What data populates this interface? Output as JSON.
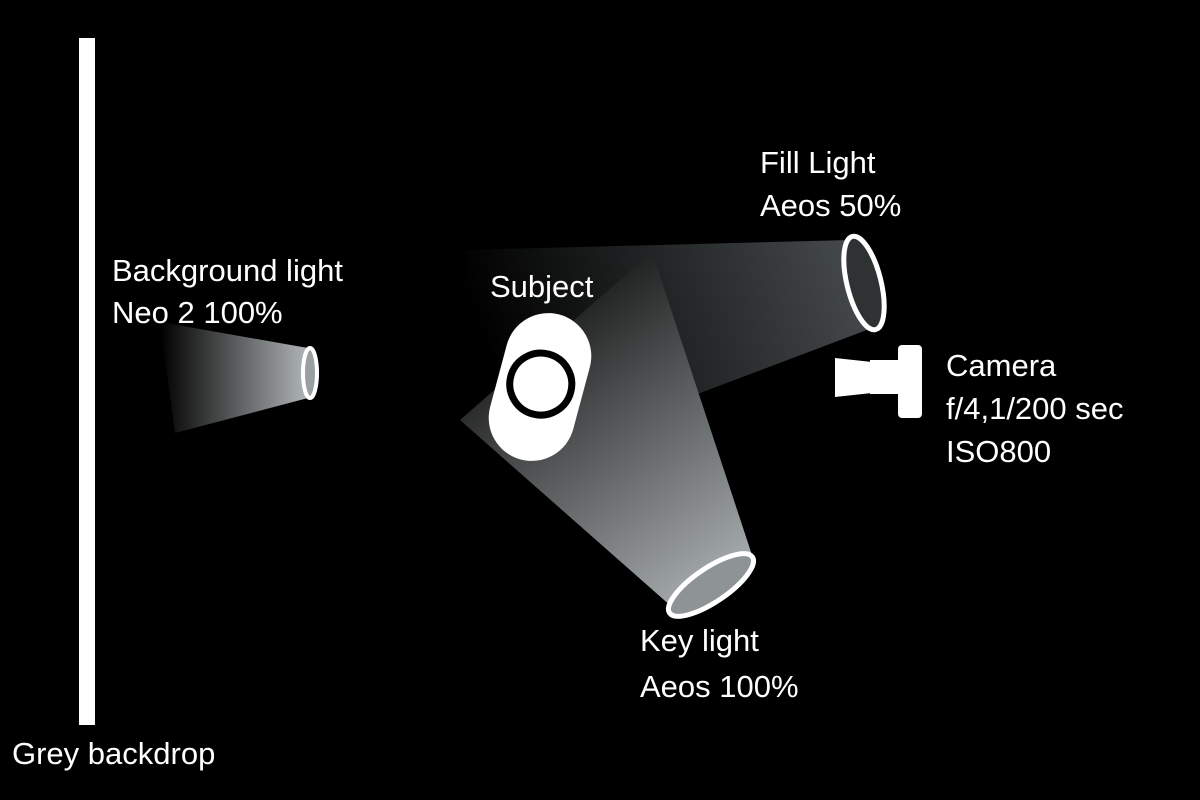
{
  "labels": {
    "backdrop": "Grey backdrop",
    "background_light": [
      "Background light",
      "Neo 2 100%"
    ],
    "subject": "Subject",
    "fill_light": [
      "Fill Light",
      "Aeos 50%"
    ],
    "camera": [
      "Camera",
      "f/4,1/200 sec",
      "ISO800"
    ],
    "key_light": [
      "Key light",
      "Aeos 100%"
    ]
  },
  "colors": {
    "background": "#000000",
    "foreground": "#ffffff",
    "beam": "#a8adaf"
  }
}
